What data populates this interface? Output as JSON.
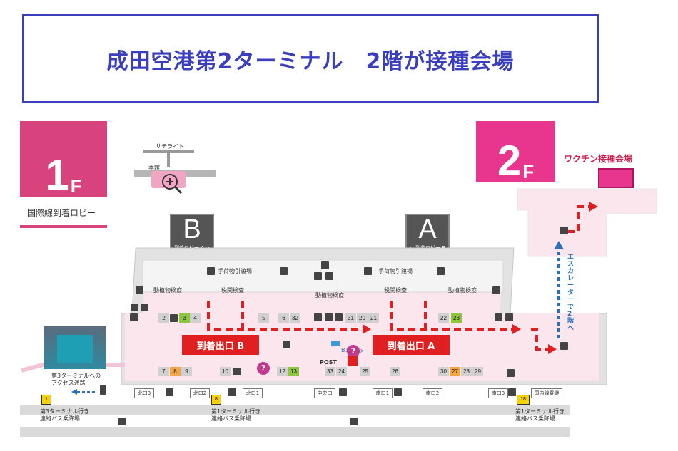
{
  "title": "成田空港第2ターミナル　2階が接種会場",
  "floor1": {
    "big": "1",
    "small": "F",
    "lobby_label": "国際線到着ロビー"
  },
  "floor2": {
    "big": "2",
    "small": "F",
    "vaccine_label": "ワクチン接種会場",
    "escalator_label": "エスカレーターで2階へ"
  },
  "inset": {
    "satellite": "サテライト",
    "main": "本館"
  },
  "gates": [
    {
      "letter": "B",
      "sub": "到着ロビー A →"
    },
    {
      "letter": "A",
      "sub": "← 到着ロビー B"
    }
  ],
  "areas": {
    "baggage1": "手荷物引渡場",
    "baggage2": "手荷物引渡場",
    "animal1": "動植物検疫",
    "animal2": "動植物検疫",
    "animal3": "動植物検疫",
    "customs1": "税関検査",
    "customs2": "税関検査"
  },
  "exits": {
    "b": "到着出口 B",
    "a": "到着出口 A"
  },
  "b1f": "B1Fから",
  "post": "POST",
  "access": {
    "line1": "第3ターミナルへの",
    "line2": "アクセス通路"
  },
  "counters_top": [
    "2",
    "3",
    "4",
    "5",
    "6",
    "32",
    "31",
    "20",
    "21",
    "22",
    "23"
  ],
  "counters_bottom": [
    "7",
    "8",
    "9",
    "10",
    "12",
    "13",
    "33",
    "24",
    "25",
    "26",
    "30",
    "27",
    "28",
    "29"
  ],
  "exit_tabs": [
    "北口3",
    "北口2",
    "北口1",
    "中央口",
    "南口1",
    "南口2",
    "南口3",
    "国内線乗継"
  ],
  "bus": [
    {
      "num": "1",
      "line1": "第3ターミナル行き",
      "line2": "連絡バス乗降場"
    },
    {
      "num": "8",
      "line1": "第1ターミナル行き",
      "line2": "連絡バス乗降場"
    },
    {
      "num": "18",
      "line1": "第1ターミナル行き",
      "line2": "連絡バス乗降場"
    }
  ],
  "colors": {
    "title": "#3b3fbf",
    "floor_badge": "#e8467c",
    "route": "#e02020",
    "escalator_route": "#2a6fb8",
    "vaccine": "#e8368f"
  }
}
